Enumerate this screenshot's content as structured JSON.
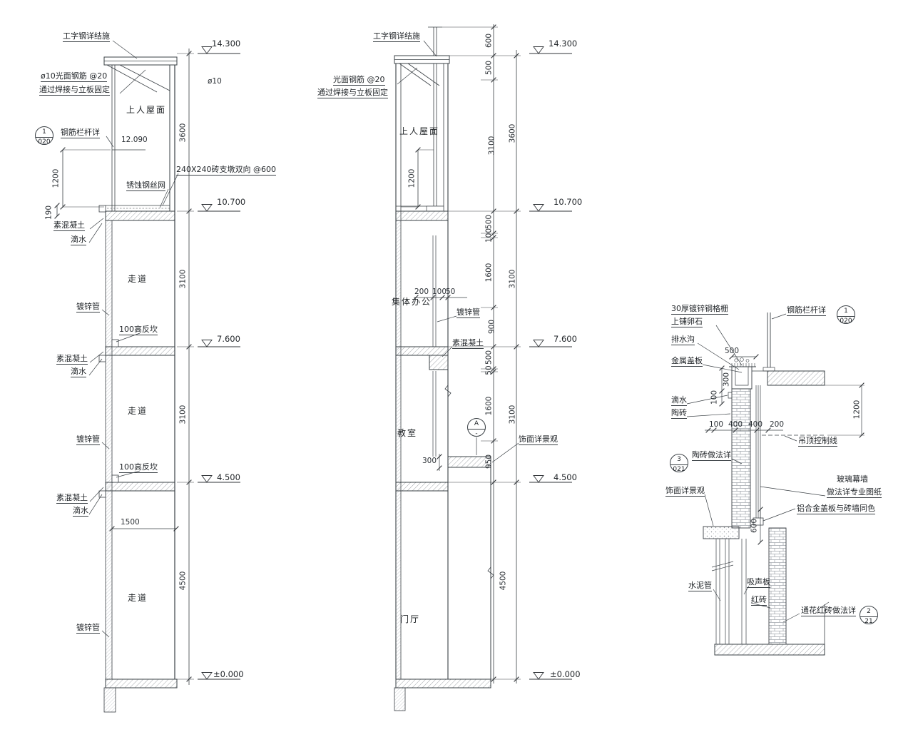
{
  "left": {
    "i_beam": "工字钢详结施",
    "rebar1": "ø10光面钢筋 @20",
    "rebar2": "通过焊接与立板固定",
    "dia10": "ø10",
    "roof": "上人屋面",
    "railing_detail": "钢筋栏杆详",
    "level_12090": "12.090",
    "brick_pier": "240X240砖支墩双向 @600",
    "wire_mesh": "锈蚀钢丝网",
    "plain_concrete": "素混凝土",
    "drip": "滴水",
    "corridor": "走道",
    "galvanized_pipe": "镀锌管",
    "upstand": "100高反坎",
    "detail_ref": {
      "num": "1",
      "sheet": "020"
    },
    "dims": {
      "d1200": "1200",
      "d190": "190",
      "d3600": "3600",
      "d3100": "3100",
      "d4500": "4500",
      "d1500": "1500"
    },
    "elevations": {
      "e14300": "14.300",
      "e10700": "10.700",
      "e7600": "7.600",
      "e4500": "4.500",
      "e0000": "±0.000"
    }
  },
  "middle": {
    "i_beam": "工字钢详结施",
    "rebar1": "光面钢筋 @20",
    "rebar2": "通过焊接与立板固定",
    "roof": "上人屋面",
    "office": "集体办公",
    "galvanized_pipe": "镀锌管",
    "plain_concrete": "素混凝土",
    "classroom": "教室",
    "lobby": "门厅",
    "finish_ref": "饰面详景观",
    "detail_ref": {
      "letter": "A",
      "sheet": "-"
    },
    "dims": {
      "d600": "600",
      "d500": "500",
      "d100": "100",
      "d50": "50",
      "d1600": "1600",
      "d900": "900",
      "d950": "950",
      "d1200": "1200",
      "d200": "200",
      "d300": "300",
      "d3600": "3600",
      "d3100": "3100",
      "d4500": "4500"
    },
    "elevations": {
      "e14300": "14.300",
      "e10700": "10.700",
      "e7600": "7.600",
      "e4500": "4.500",
      "e0000": "±0.000"
    }
  },
  "right": {
    "grating1": "30厚镀锌钢格栅",
    "grating2": "上铺卵石",
    "railing_detail": "钢筋栏杆详",
    "drain": "排水沟",
    "metal_cover": "金属盖板",
    "drip": "滴水",
    "ceramic_brick": "陶砖",
    "ceiling_line": "吊顶控制线",
    "ceramic_detail": "陶砖做法详",
    "curtain1": "玻璃幕墙",
    "curtain2": "做法详专业图纸",
    "finish_ref": "饰面详景观",
    "alum_cover": "铝合金盖板与砖墙同色",
    "cement_pipe": "水泥管",
    "acoustic_panel": "吸声板",
    "red_brick": "红砖",
    "perforated_brick": "通花红砖做法详",
    "detail_ref_railing": {
      "num": "1",
      "sheet": "020"
    },
    "detail_ref_ceramic": {
      "num": "3",
      "sheet": "021"
    },
    "detail_ref_brick": {
      "num": "2",
      "sheet": "21"
    },
    "dims": {
      "d500": "500",
      "d300": "300",
      "d100": "100",
      "d1200": "1200",
      "d400": "400",
      "d200": "200",
      "d600": "600"
    }
  }
}
